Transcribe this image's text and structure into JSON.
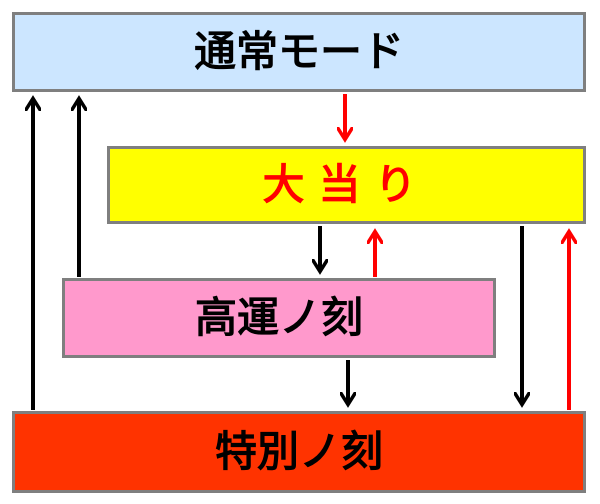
{
  "nodes": {
    "normal_mode": {
      "label": "通常モード",
      "fill": "#cce6ff",
      "text_color": "#000000"
    },
    "jackpot": {
      "label": "大当り",
      "fill": "#ffff00",
      "text_color": "#ff0000"
    },
    "lucky_moment": {
      "label": "高運ノ刻",
      "fill": "#ff99cc",
      "text_color": "#000000"
    },
    "special_moment": {
      "label": "特別ノ刻",
      "fill": "#ff3300",
      "text_color": "#000000"
    }
  },
  "colors": {
    "border": "#7f7f7f",
    "arrow_black": "#000000",
    "arrow_red": "#ff0000"
  }
}
